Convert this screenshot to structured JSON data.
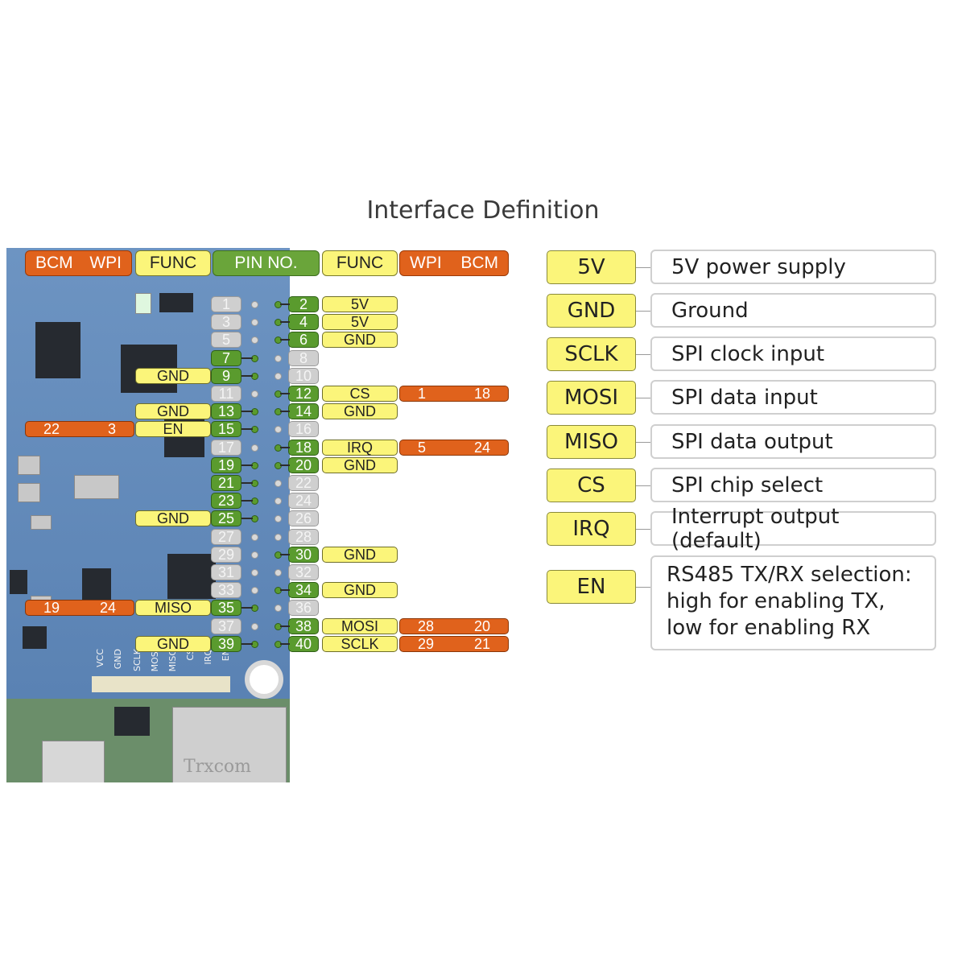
{
  "title": "Interface Definition",
  "header": {
    "left_numbers": [
      "BCM",
      "WPI"
    ],
    "left_func": "FUNC",
    "pin_no": "PIN NO.",
    "right_func": "FUNC",
    "right_numbers": [
      "WPI",
      "BCM"
    ]
  },
  "pins": [
    {
      "pin": "1",
      "active": false
    },
    {
      "pin": "2",
      "active": true,
      "func": "5V"
    },
    {
      "pin": "3",
      "active": false
    },
    {
      "pin": "4",
      "active": true,
      "func": "5V"
    },
    {
      "pin": "5",
      "active": false
    },
    {
      "pin": "6",
      "active": true,
      "func": "GND"
    },
    {
      "pin": "7",
      "active": true
    },
    {
      "pin": "8",
      "active": false
    },
    {
      "pin": "9",
      "active": true,
      "func": "GND"
    },
    {
      "pin": "10",
      "active": false
    },
    {
      "pin": "11",
      "active": false
    },
    {
      "pin": "12",
      "active": true,
      "func": "CS",
      "wpi": "1",
      "bcm": "18"
    },
    {
      "pin": "13",
      "active": true,
      "func": "GND"
    },
    {
      "pin": "14",
      "active": true,
      "func": "GND"
    },
    {
      "pin": "15",
      "active": true,
      "func": "EN",
      "wpi": "3",
      "bcm": "22"
    },
    {
      "pin": "16",
      "active": false
    },
    {
      "pin": "17",
      "active": false
    },
    {
      "pin": "18",
      "active": true,
      "func": "IRQ",
      "wpi": "5",
      "bcm": "24"
    },
    {
      "pin": "19",
      "active": true
    },
    {
      "pin": "20",
      "active": true,
      "func": "GND"
    },
    {
      "pin": "21",
      "active": true
    },
    {
      "pin": "22",
      "active": false
    },
    {
      "pin": "23",
      "active": true
    },
    {
      "pin": "24",
      "active": false
    },
    {
      "pin": "25",
      "active": true,
      "func": "GND"
    },
    {
      "pin": "26",
      "active": false
    },
    {
      "pin": "27",
      "active": false
    },
    {
      "pin": "28",
      "active": false
    },
    {
      "pin": "29",
      "active": false
    },
    {
      "pin": "30",
      "active": true,
      "func": "GND"
    },
    {
      "pin": "31",
      "active": false
    },
    {
      "pin": "32",
      "active": false
    },
    {
      "pin": "33",
      "active": false
    },
    {
      "pin": "34",
      "active": true,
      "func": "GND"
    },
    {
      "pin": "35",
      "active": true,
      "func": "MISO",
      "wpi": "24",
      "bcm": "19"
    },
    {
      "pin": "36",
      "active": false
    },
    {
      "pin": "37",
      "active": false
    },
    {
      "pin": "38",
      "active": true,
      "func": "MOSI",
      "wpi": "28",
      "bcm": "20"
    },
    {
      "pin": "39",
      "active": true,
      "func": "GND"
    },
    {
      "pin": "40",
      "active": true,
      "func": "SCLK",
      "wpi": "29",
      "bcm": "21"
    }
  ],
  "board_silkscreen": [
    "VCC",
    "GND",
    "SCLK",
    "MOSI",
    "MISO",
    "CS",
    "IRQ",
    "EN"
  ],
  "board_brand": "Trxcom",
  "legend": [
    {
      "key": "5V",
      "desc": "5V power supply"
    },
    {
      "key": "GND",
      "desc": "Ground"
    },
    {
      "key": "SCLK",
      "desc": "SPI clock input"
    },
    {
      "key": "MOSI",
      "desc": "SPI data input"
    },
    {
      "key": "MISO",
      "desc": "SPI data output"
    },
    {
      "key": "CS",
      "desc": "SPI chip select"
    },
    {
      "key": "IRQ",
      "desc": "Interrupt output (default)"
    },
    {
      "key": "EN",
      "desc": "RS485 TX/RX selection:\nhigh for enabling TX,\nlow for enabling RX"
    }
  ],
  "colors": {
    "bcm_wpi": "#e0621c",
    "func": "#fbf57a",
    "pin_active": "#5a9b2e",
    "pin_inactive": "#cfcfcf",
    "board": "#5f86b6"
  }
}
